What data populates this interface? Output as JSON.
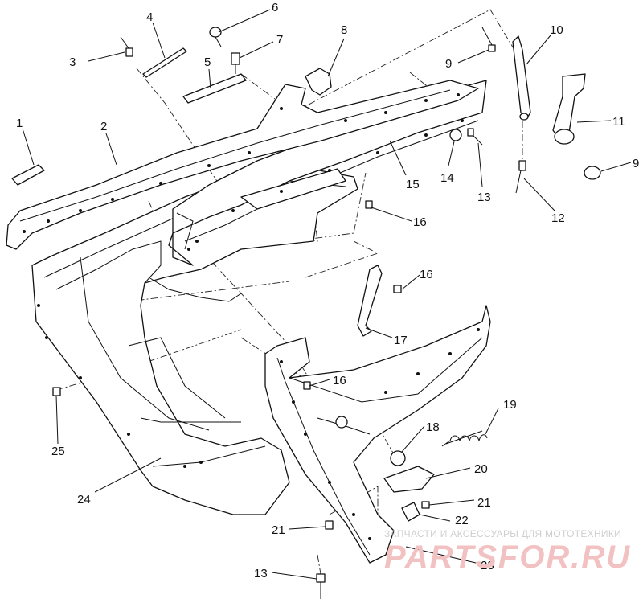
{
  "diagram": {
    "callouts": [
      "1",
      "2",
      "3",
      "4",
      "5",
      "6",
      "7",
      "8",
      "9",
      "10",
      "11",
      "9",
      "12",
      "13",
      "14",
      "15",
      "16",
      "16",
      "16",
      "17",
      "18",
      "19",
      "20",
      "21",
      "21",
      "22",
      "23",
      "13",
      "24",
      "25"
    ]
  },
  "watermark": {
    "caption": "ЗАПЧАСТИ И АКСЕССУАРЫ ДЛЯ МОТОТЕХНИКИ",
    "brand": "PARTSFOR.RU"
  }
}
